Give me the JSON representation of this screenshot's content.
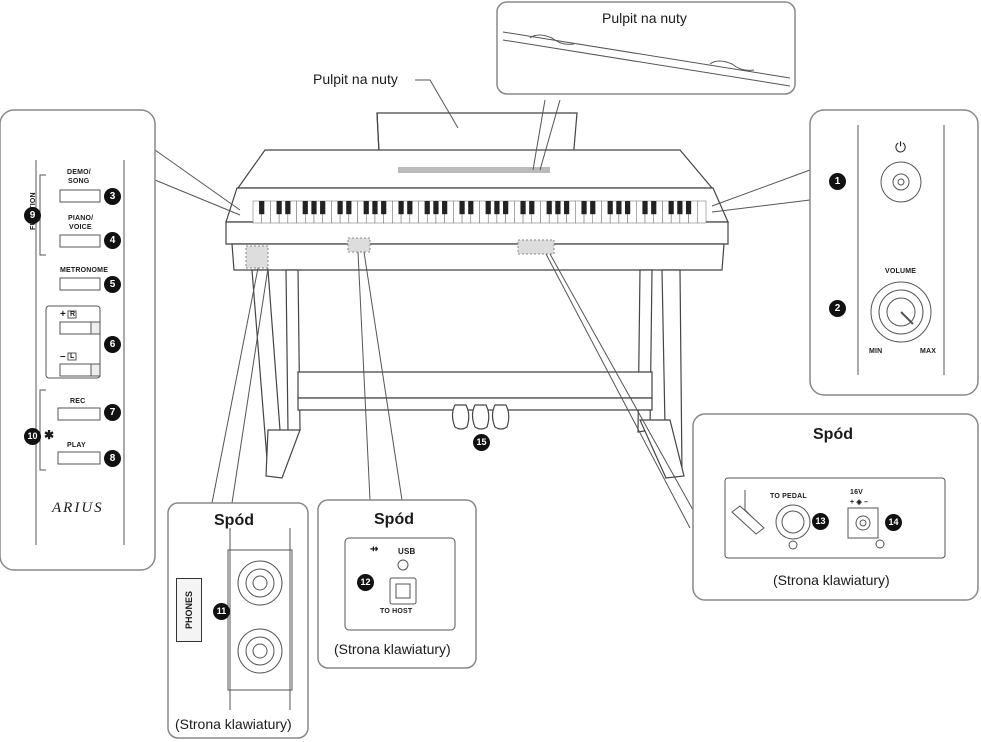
{
  "labels": {
    "music_rest_top": "Pulpit na nuty",
    "music_rest_side": "Pulpit na nuty",
    "underside_right": "Spód",
    "underside_left": "Spód",
    "underside_mid": "Spód",
    "keyboard_side_left": "(Strona klawiatury)",
    "keyboard_side_mid": "(Strona klawiatury)",
    "keyboard_side_right": "(Strona klawiatury)"
  },
  "panel": {
    "demo_song": "DEMO/\nSONG",
    "demo": "DEMO/",
    "song": "SONG",
    "piano": "PIANO/",
    "voice": "VOICE",
    "function": "FUNCTION",
    "metronome": "METRONOME",
    "plus": "+",
    "minus": "–",
    "r": "R",
    "l": "L",
    "rec": "REC",
    "play": "PLAY",
    "brand": "ARIUS"
  },
  "right_panel": {
    "volume": "VOLUME",
    "min": "MIN",
    "max": "MAX"
  },
  "connectors": {
    "usb": "USB",
    "to_host": "TO HOST",
    "to_pedal": "TO PEDAL",
    "dc_in": "16V",
    "phones": "PHONES"
  },
  "callouts": [
    "1",
    "2",
    "3",
    "4",
    "5",
    "6",
    "7",
    "8",
    "9",
    "10",
    "11",
    "12",
    "13",
    "14",
    "15"
  ]
}
